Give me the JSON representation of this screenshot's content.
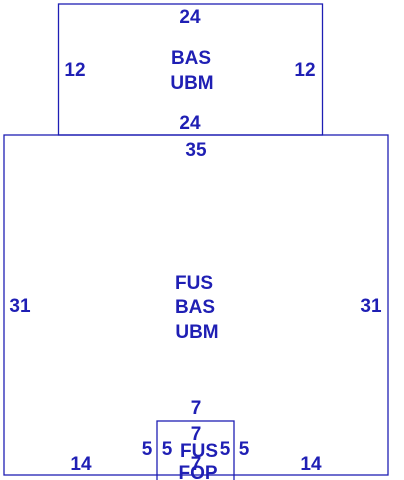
{
  "colors": {
    "line": "#1f1fb4",
    "text": "#1f1fb4",
    "background": "#ffffff"
  },
  "sketch": {
    "upper_room": {
      "dim_top": "24",
      "dim_left": "12",
      "dim_right": "12",
      "dim_bottom": "24",
      "codes": [
        "BAS",
        "UBM"
      ]
    },
    "main_room": {
      "dim_top": "35",
      "dim_left": "31",
      "dim_right": "31",
      "dim_bottom_left": "14",
      "dim_bottom_right": "14",
      "codes": [
        "FUS",
        "BAS",
        "UBM"
      ]
    },
    "bump_out": {
      "dim_top_outer": "7",
      "dim_top_inner": "7",
      "dim_left_outer": "5",
      "dim_left_inner": "5",
      "dim_right_inner": "5",
      "dim_right_outer": "5",
      "codes": [
        "FUS",
        "FOP"
      ],
      "inner_bottom": "7"
    }
  }
}
